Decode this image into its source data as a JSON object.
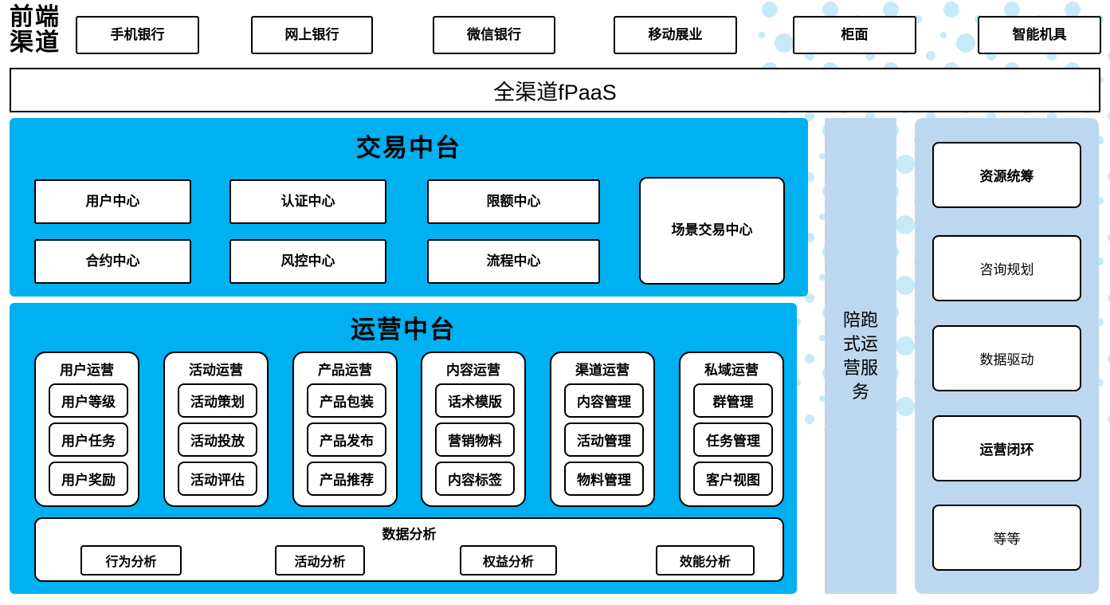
{
  "front_channels": {
    "label": "前端渠道",
    "items": [
      "手机银行",
      "网上银行",
      "微信银行",
      "移动展业",
      "柜面",
      "智能机具"
    ]
  },
  "fpaas": {
    "label": "全渠道fPaaS"
  },
  "transaction_platform": {
    "title": "交易中台",
    "centers": [
      "用户中心",
      "认证中心",
      "限额中心",
      "合约中心",
      "风控中心",
      "流程中心"
    ],
    "scene_center": "场景交易中心"
  },
  "operation_platform": {
    "title": "运营中台",
    "columns": [
      {
        "title": "用户运营",
        "items": [
          "用户等级",
          "用户任务",
          "用户奖励"
        ]
      },
      {
        "title": "活动运营",
        "items": [
          "活动策划",
          "活动投放",
          "活动评估"
        ]
      },
      {
        "title": "产品运营",
        "items": [
          "产品包装",
          "产品发布",
          "产品推荐"
        ]
      },
      {
        "title": "内容运营",
        "items": [
          "话术模版",
          "营销物料",
          "内容标签"
        ]
      },
      {
        "title": "渠道运营",
        "items": [
          "内容管理",
          "活动管理",
          "物料管理"
        ]
      },
      {
        "title": "私域运营",
        "items": [
          "群管理",
          "任务管理",
          "客户视图"
        ]
      }
    ],
    "data_analysis": {
      "title": "数据分析",
      "items": [
        "行为分析",
        "活动分析",
        "权益分析",
        "效能分析"
      ]
    }
  },
  "companion_service": {
    "label": "陪跑式运营服务"
  },
  "service_panel": {
    "items": [
      {
        "label": "资源统筹",
        "bold": true
      },
      {
        "label": "咨询规划",
        "bold": false
      },
      {
        "label": "数据驱动",
        "bold": false
      },
      {
        "label": "运营闭环",
        "bold": true
      },
      {
        "label": "等等",
        "bold": false
      }
    ]
  },
  "colors": {
    "accent_blue": "#00B0F0",
    "panel_blue": "#BDD7EE",
    "dot_blue": "#C7EAF8",
    "border": "#000000",
    "box_bg": "#FFFFFF"
  }
}
